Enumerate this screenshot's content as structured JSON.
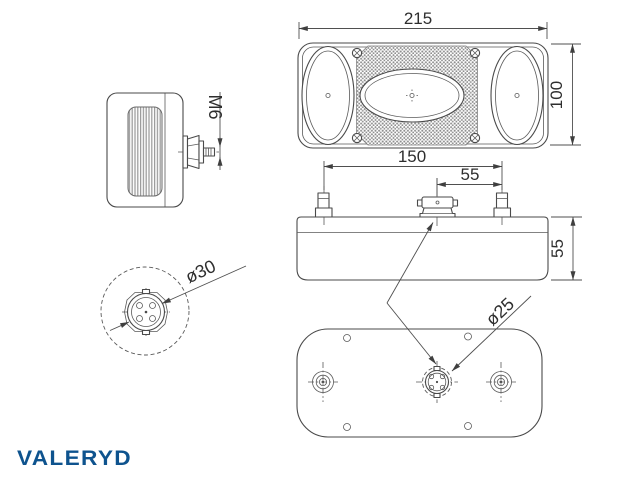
{
  "page": {
    "background": "#ffffff"
  },
  "drawing": {
    "line_color": "#4a4a4a",
    "dimensions": {
      "front_width": "215",
      "front_height": "100",
      "stud_spacing": "150",
      "connector_offset": "55",
      "body_depth": "55",
      "stud_thread": "M6",
      "detail_diameter": "ø30",
      "connector_diameter": "ø25"
    }
  },
  "brand": {
    "logo": "VALERYD",
    "color": "#0e538e"
  }
}
